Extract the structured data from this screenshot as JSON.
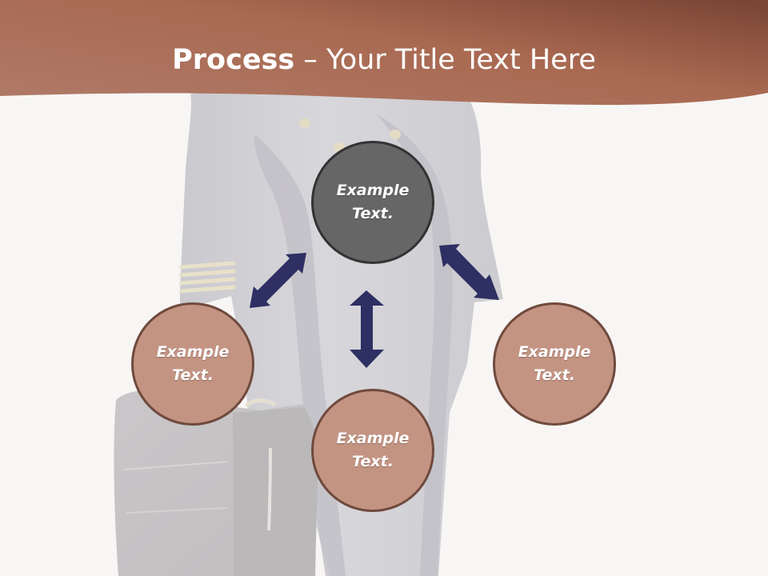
{
  "title": {
    "bold": "Process",
    "rest": " – Your Title Text Here"
  },
  "nodes": {
    "top": "Example Text.",
    "left": "Example Text.",
    "bottom": "Example Text.",
    "right": "Example Text."
  },
  "colors": {
    "header": "#a35f45",
    "node_fill": "#c49483",
    "node_border": "#6f4a3d",
    "center_node_fill": "#666666",
    "center_node_border": "#333333",
    "arrow": "#2e2f63"
  }
}
